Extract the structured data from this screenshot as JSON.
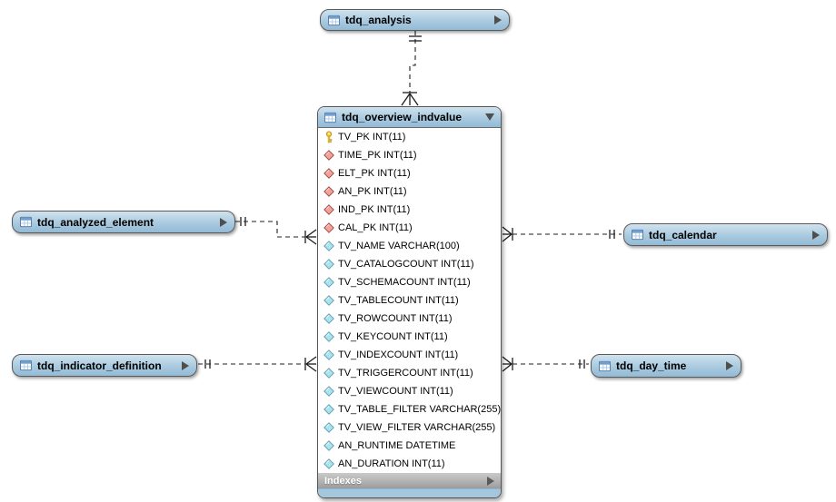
{
  "diagram": {
    "tables": {
      "analysis": {
        "name": "tdq_analysis",
        "state": "collapsed"
      },
      "analyzed_element": {
        "name": "tdq_analyzed_element",
        "state": "collapsed"
      },
      "indicator_definition": {
        "name": "tdq_indicator_definition",
        "state": "collapsed"
      },
      "calendar": {
        "name": "tdq_calendar",
        "state": "collapsed"
      },
      "day_time": {
        "name": "tdq_day_time",
        "state": "collapsed"
      },
      "overview": {
        "name": "tdq_overview_indvalue",
        "state": "expanded",
        "indexes_label": "Indexes",
        "columns": [
          {
            "icon": "primary-key",
            "text": "TV_PK INT(11)"
          },
          {
            "icon": "foreign-key",
            "text": "TIME_PK INT(11)"
          },
          {
            "icon": "foreign-key",
            "text": "ELT_PK INT(11)"
          },
          {
            "icon": "foreign-key",
            "text": "AN_PK INT(11)"
          },
          {
            "icon": "foreign-key",
            "text": "IND_PK INT(11)"
          },
          {
            "icon": "foreign-key",
            "text": "CAL_PK INT(11)"
          },
          {
            "icon": "attribute",
            "text": "TV_NAME VARCHAR(100)"
          },
          {
            "icon": "attribute",
            "text": "TV_CATALOGCOUNT INT(11)"
          },
          {
            "icon": "attribute",
            "text": "TV_SCHEMACOUNT INT(11)"
          },
          {
            "icon": "attribute",
            "text": "TV_TABLECOUNT INT(11)"
          },
          {
            "icon": "attribute",
            "text": "TV_ROWCOUNT INT(11)"
          },
          {
            "icon": "attribute",
            "text": "TV_KEYCOUNT INT(11)"
          },
          {
            "icon": "attribute",
            "text": "TV_INDEXCOUNT INT(11)"
          },
          {
            "icon": "attribute",
            "text": "TV_TRIGGERCOUNT INT(11)"
          },
          {
            "icon": "attribute",
            "text": "TV_VIEWCOUNT INT(11)"
          },
          {
            "icon": "attribute",
            "text": "TV_TABLE_FILTER VARCHAR(255)"
          },
          {
            "icon": "attribute",
            "text": "TV_VIEW_FILTER VARCHAR(255)"
          },
          {
            "icon": "attribute",
            "text": "AN_RUNTIME DATETIME"
          },
          {
            "icon": "attribute",
            "text": "AN_DURATION INT(11)"
          }
        ]
      }
    },
    "relationships": [
      {
        "one_end": "tdq_analysis",
        "many_end": "tdq_overview_indvalue",
        "line_style": "dashed",
        "notation": "one-to-many"
      },
      {
        "one_end": "tdq_analyzed_element",
        "many_end": "tdq_overview_indvalue",
        "line_style": "dashed",
        "notation": "one-to-many"
      },
      {
        "one_end": "tdq_indicator_definition",
        "many_end": "tdq_overview_indvalue",
        "line_style": "dashed",
        "notation": "one-to-many"
      },
      {
        "one_end": "tdq_calendar",
        "many_end": "tdq_overview_indvalue",
        "line_style": "dashed",
        "notation": "one-to-many"
      },
      {
        "one_end": "tdq_day_time",
        "many_end": "tdq_overview_indvalue",
        "line_style": "dashed",
        "notation": "one-to-many"
      }
    ],
    "colors": {
      "table-header-blue": "#a9cadf",
      "table-header-light": "#cfe2ee",
      "table-footer-blue": "#a4c7de",
      "indexes-gray": "#b0b0b0",
      "primary-key-yellow": "#f2c93f",
      "foreign-key-red": "#f1a29a",
      "attribute-cyan": "#aae5ef",
      "line-color": "#1c1c1c"
    }
  }
}
